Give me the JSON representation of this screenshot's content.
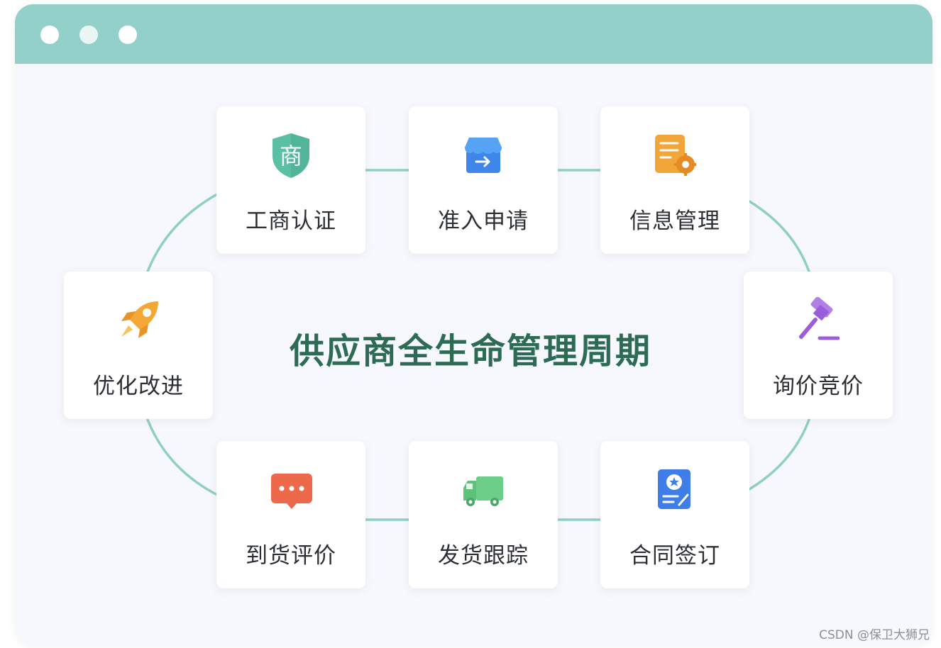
{
  "title": "供应商全生命管理周期",
  "watermark": "CSDN @保卫大狮兄",
  "cards": [
    {
      "label": "工商认证",
      "icon": "shield-shop-icon",
      "icon_glyph": "商",
      "color": "#5bbfa3"
    },
    {
      "label": "准入申请",
      "icon": "store-entry-icon",
      "color": "#3f86ea"
    },
    {
      "label": "信息管理",
      "icon": "document-gear-icon",
      "color": "#f1a63a"
    },
    {
      "label": "询价竞价",
      "icon": "gavel-icon",
      "color": "#9c5ed8"
    },
    {
      "label": "合同签订",
      "icon": "contract-badge-icon",
      "color": "#3f7de8"
    },
    {
      "label": "发货跟踪",
      "icon": "delivery-truck-icon",
      "color": "#5fc27b"
    },
    {
      "label": "到货评价",
      "icon": "chat-bubble-icon",
      "color": "#ec6a4b"
    },
    {
      "label": "优化改进",
      "icon": "rocket-icon",
      "color": "#f3a735"
    }
  ],
  "colors": {
    "accent": "#93d0c9",
    "ring": "#8fcfc6",
    "title": "#2e6b55"
  }
}
